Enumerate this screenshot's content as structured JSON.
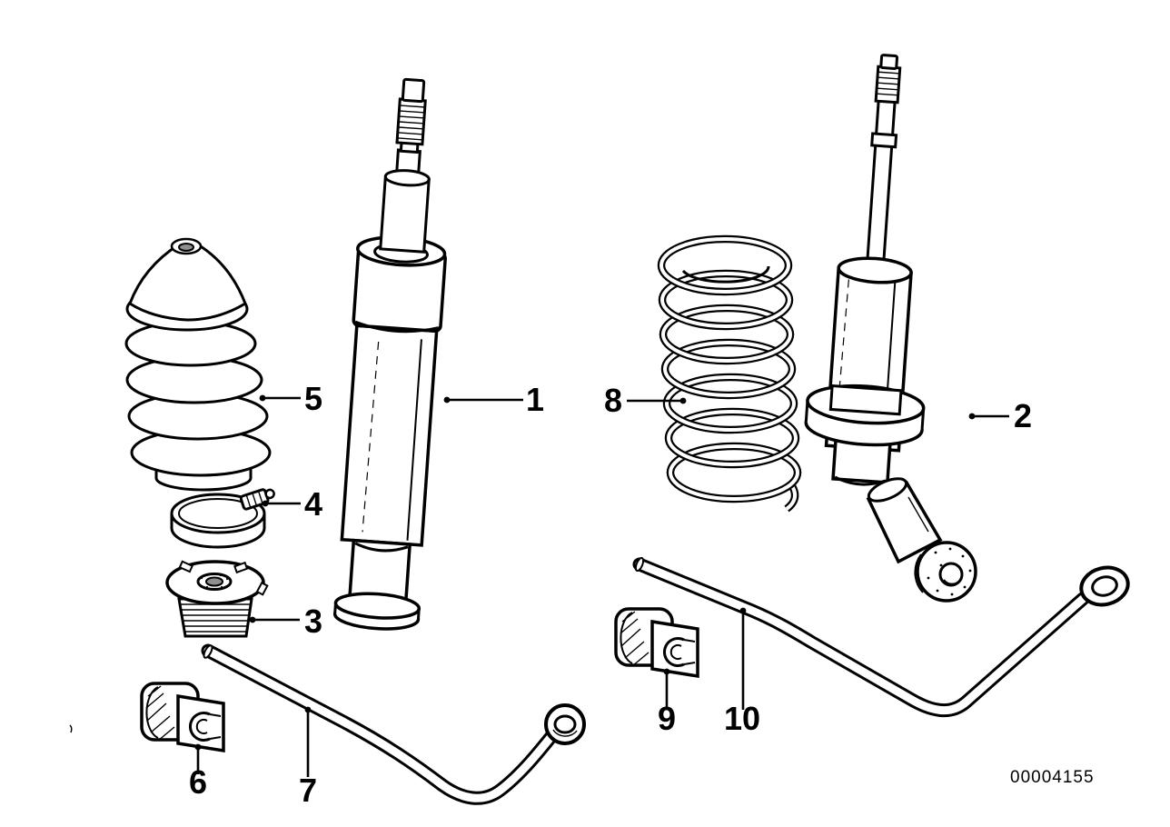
{
  "diagram": {
    "background_color": "#ffffff",
    "line_color": "#000000",
    "drawing_number": "00004155",
    "callouts": [
      {
        "label": "1",
        "part": "front-shock-absorber"
      },
      {
        "label": "2",
        "part": "rear-shock-absorber-spring-seat"
      },
      {
        "label": "3",
        "part": "threaded-collar-cap"
      },
      {
        "label": "4",
        "part": "boot-clamp"
      },
      {
        "label": "5",
        "part": "rubber-bellows-boot"
      },
      {
        "label": "6",
        "part": "front-stabilizer-bushing"
      },
      {
        "label": "7",
        "part": "front-stabilizer-bar"
      },
      {
        "label": "8",
        "part": "coil-spring"
      },
      {
        "label": "9",
        "part": "rear-stabilizer-bushing"
      },
      {
        "label": "10",
        "part": "rear-stabilizer-bar"
      }
    ]
  }
}
